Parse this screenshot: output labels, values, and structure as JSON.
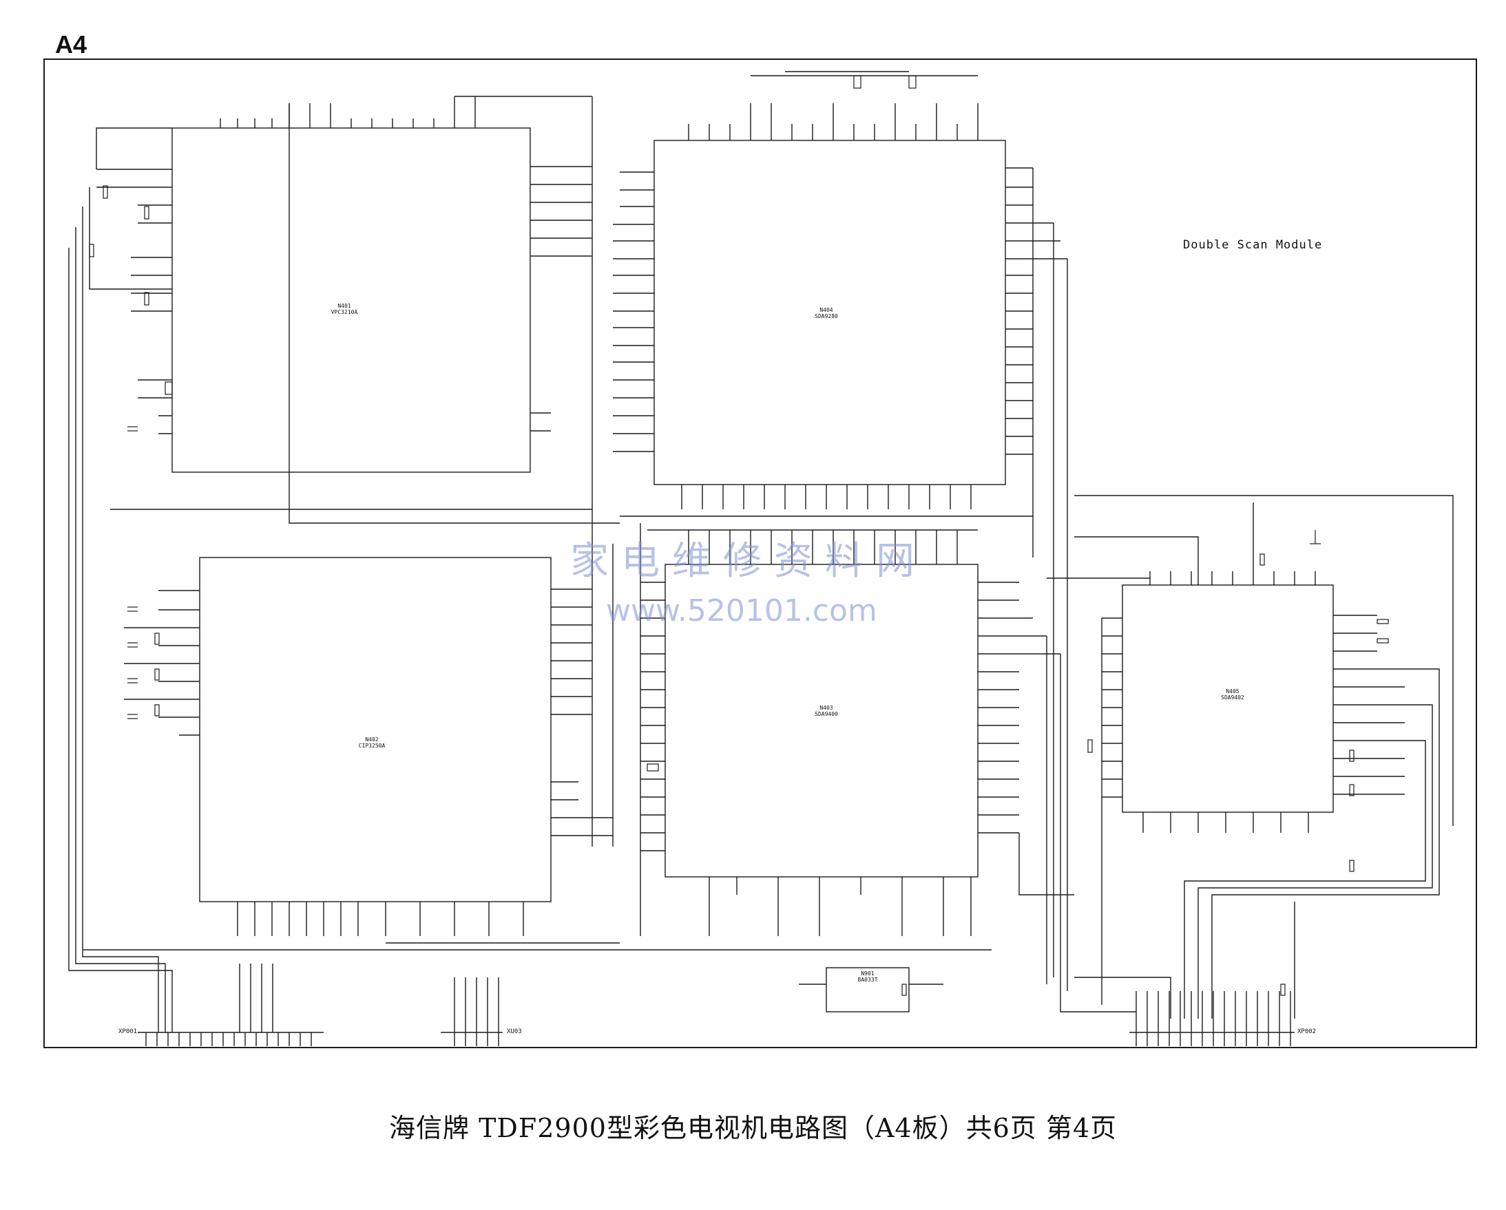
{
  "page_label": "A4",
  "caption": "海信牌 TDF2900型彩色电视机电路图（A4板）共6页  第4页",
  "module_label": "Double Scan  Module",
  "watermark": {
    "text_cn": "家电维修资料网",
    "url": "www.520101.com"
  },
  "ics": {
    "n401": {
      "ref": "N401",
      "part": "VPC3210A"
    },
    "n402": {
      "ref": "N402",
      "part": "CIP3250A"
    },
    "n404": {
      "ref": "N404",
      "part": "SDA9280"
    },
    "n403": {
      "ref": "N403",
      "part": "SDA9400"
    },
    "n405": {
      "ref": "N405",
      "part": "SDA9402"
    },
    "n901": {
      "ref": "N901",
      "part": "BA033T"
    }
  },
  "connectors": {
    "xp001": "XP001",
    "xu03": "XU03",
    "xp002": "XP002"
  },
  "colors": {
    "line": "#1a1a1a",
    "watermark": "#7d8fd6"
  }
}
